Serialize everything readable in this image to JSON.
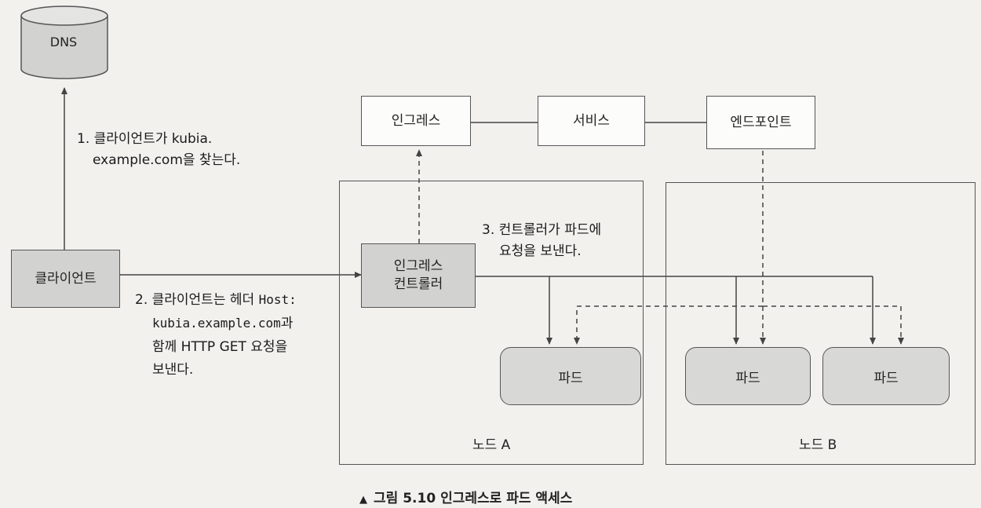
{
  "dns": {
    "label": "DNS"
  },
  "client": {
    "label": "클라이언트"
  },
  "ingress": {
    "label": "인그레스"
  },
  "service": {
    "label": "서비스"
  },
  "endpoints": {
    "label": "엔드포인트"
  },
  "controller": {
    "line1": "인그레스",
    "line2": "컨트롤러"
  },
  "nodes": {
    "a": {
      "label": "노드 A"
    },
    "b": {
      "label": "노드 B"
    }
  },
  "pods": [
    {
      "label": "파드"
    },
    {
      "label": "파드"
    },
    {
      "label": "파드"
    }
  ],
  "steps": {
    "step1": {
      "line1": "1. 클라이언트가 kubia.",
      "line2": "example.com을 찾는다."
    },
    "step2": {
      "line1_prefix": "2. 클라이언트는 헤더 ",
      "line1_code": "Host:",
      "line2_code": "kubia.example.com",
      "line2_suffix": "과",
      "line3": "함께 HTTP GET 요청을",
      "line4": "보낸다."
    },
    "step3": {
      "line1": "3. 컨트롤러가 파드에",
      "line2": "요청을 보낸다."
    }
  },
  "caption": {
    "marker": "▲",
    "number": "그림 5.10",
    "text": "인그레스로 파드 액세스"
  }
}
